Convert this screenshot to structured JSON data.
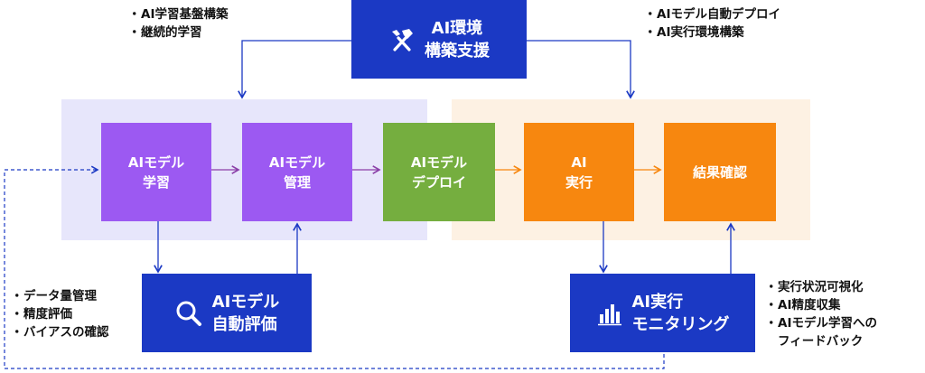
{
  "colors": {
    "purple": "#9c59f2",
    "green": "#75ae3f",
    "orange": "#f7870f",
    "navy": "#1b39c4",
    "bg_left": "#e7e6fb",
    "bg_right": "#fdf1e3"
  },
  "top_left_bullets": [
    "AI学習基盤構築",
    "継続的学習"
  ],
  "top_right_bullets": [
    "AIモデル自動デプロイ",
    "AI実行環境構築"
  ],
  "support_box": {
    "line1": "AI環境",
    "line2": "構築支援",
    "icon": "tools-icon"
  },
  "pipeline": {
    "train": {
      "line1": "AIモデル",
      "line2": "学習"
    },
    "manage": {
      "line1": "AIモデル",
      "line2": "管理"
    },
    "deploy": {
      "line1": "AIモデル",
      "line2": "デプロイ"
    },
    "execute": {
      "line1": "AI",
      "line2": "実行"
    },
    "result": {
      "line1": "結果確認"
    }
  },
  "evaluation_box": {
    "line1": "AIモデル",
    "line2": "自動評価",
    "icon": "search-icon"
  },
  "evaluation_bullets": [
    "データ量管理",
    "精度評価",
    "バイアスの確認"
  ],
  "monitoring_box": {
    "line1": "AI実行",
    "line2": "モニタリング",
    "icon": "bar-chart-icon"
  },
  "monitoring_bullets": [
    "実行状況可視化",
    "AI精度収集",
    "AIモデル学習への"
  ],
  "monitoring_bullet_continuation": "フィードバック"
}
